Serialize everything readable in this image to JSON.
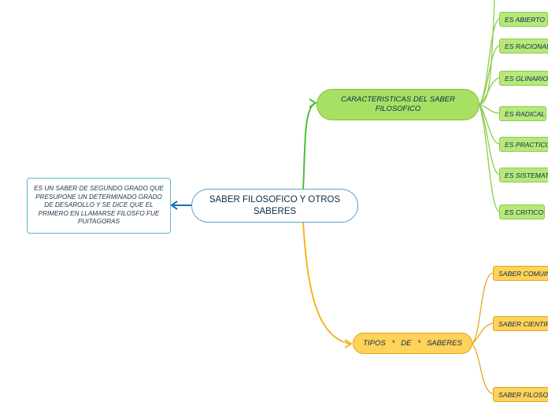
{
  "central": {
    "label": "SABER FILOSOFICO Y OTROS SABERES"
  },
  "info": {
    "text": "ES UN SABER DE SEGUNDO GRADO QUE PRESUPONE UN DETERMINADO GRADO DE DESAROLLO Y SE DICE QUE EL PRIMERO EN LLAMARSE FILOSFO FUE PUITAGORAS"
  },
  "caracteristicas": {
    "label": "CARACTERISTICAS DEL SABER FILOSOFICO",
    "items": [
      "ES ABIERTO",
      "ES RACIONAL",
      "ES GLINARIO",
      "ES RADICAL",
      "ES PRACTICO",
      "ES SISTEMATI",
      "ES CRITICO"
    ]
  },
  "tipos": {
    "label": "TIPOS   *   DE   *   SABERES",
    "items": [
      "SABER COMUIN",
      "SABER CIENTIFI",
      "SABER FILOSOF"
    ]
  },
  "colors": {
    "green_branch": "#a8e063",
    "yellow_branch": "#ffd25a",
    "central_border": "#5aa2c8",
    "info_border": "#5ab8c8"
  }
}
